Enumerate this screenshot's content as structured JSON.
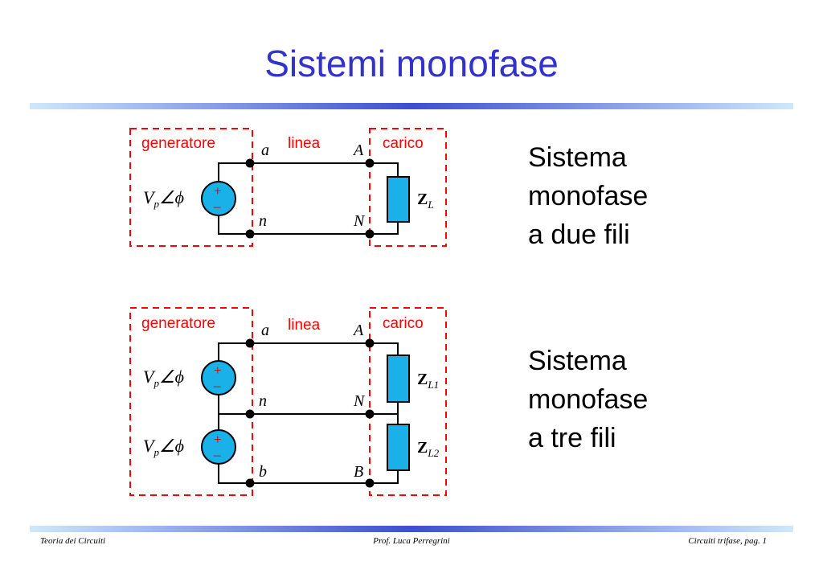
{
  "title": "Sistemi monofase",
  "diagram_two_wire": {
    "generator_label": "generatore",
    "line_label": "linea",
    "load_label": "carico",
    "node_a": "a",
    "node_A": "A",
    "node_n": "n",
    "node_N": "N",
    "source_label": "V",
    "source_sub": "p",
    "source_angle": "∠ϕ",
    "impedance_main": "Z",
    "impedance_sub": "L",
    "plus_sign": "+",
    "minus_sign": "–",
    "description": [
      "Sistema",
      "monofase",
      "a due fili"
    ]
  },
  "diagram_three_wire": {
    "generator_label": "generatore",
    "line_label": "linea",
    "load_label": "carico",
    "node_a": "a",
    "node_A": "A",
    "node_n": "n",
    "node_N": "N",
    "node_b": "b",
    "node_B": "B",
    "source_label": "V",
    "source_sub": "p",
    "source_angle": "∠ϕ",
    "impedance_main": "Z",
    "impedance1_sub": "L1",
    "impedance2_sub": "L2",
    "plus_sign": "+",
    "minus_sign": "–",
    "description": [
      "Sistema",
      "monofase",
      "a tre fili"
    ]
  },
  "footer": {
    "left": "Teoria dei Circuiti",
    "center": "Prof. Luca Perregrini",
    "right": "Circuiti trifase, pag. 1"
  },
  "colors": {
    "title": "#3333cc",
    "dashed_box": "#ff0000",
    "component_fill": "#1ab0e8",
    "node": "#000000"
  }
}
